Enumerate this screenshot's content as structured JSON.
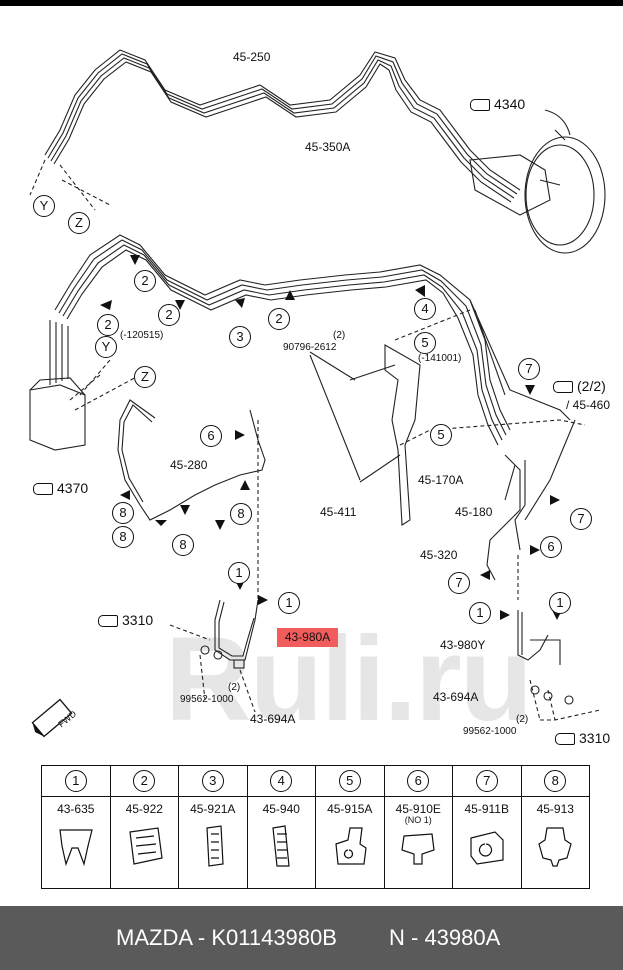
{
  "parts": {
    "p45_250": "45-250",
    "p45_350a": "45-350A",
    "p45_280": "45-280",
    "p45_411": "45-411",
    "p45_170a": "45-170A",
    "p45_180": "45-180",
    "p45_320": "45-320",
    "p43_980y": "43-980Y",
    "p43_694a_right": "43-694A",
    "p43_694a_left": "43-694A",
    "p99562_left": "99562-1000",
    "p99562_right": "99562-1000",
    "p90796": "90796-2612",
    "qty2_a": "(2)",
    "qty2_b": "(2)",
    "qty2_c": "(2)",
    "range1": "(-120515)",
    "range2": "(-141001)",
    "highlighted": "43-980A"
  },
  "refs": {
    "r4340": "4340",
    "r4370": "4370",
    "r3310_left": "3310",
    "r3310_right": "3310",
    "r22": "(2/2)",
    "r45460": "/ 45-460"
  },
  "connectors": {
    "y1": "Y",
    "z1": "Z",
    "y2": "Y",
    "z2": "Z"
  },
  "fwd": "FWD",
  "callouts": [
    "1",
    "2",
    "3",
    "4",
    "5",
    "6",
    "7",
    "8"
  ],
  "legend": [
    {
      "num": "1",
      "code": "43-635",
      "sub": ""
    },
    {
      "num": "2",
      "code": "45-922",
      "sub": ""
    },
    {
      "num": "3",
      "code": "45-921A",
      "sub": ""
    },
    {
      "num": "4",
      "code": "45-940",
      "sub": ""
    },
    {
      "num": "5",
      "code": "45-915A",
      "sub": ""
    },
    {
      "num": "6",
      "code": "45-910E",
      "sub": "(NO 1)"
    },
    {
      "num": "7",
      "code": "45-911B",
      "sub": ""
    },
    {
      "num": "8",
      "code": "45-913",
      "sub": ""
    }
  ],
  "footer": {
    "brand_part": "MAZDA - K01143980B",
    "number": "N - 43980A"
  },
  "watermark": "Ruli.ru"
}
